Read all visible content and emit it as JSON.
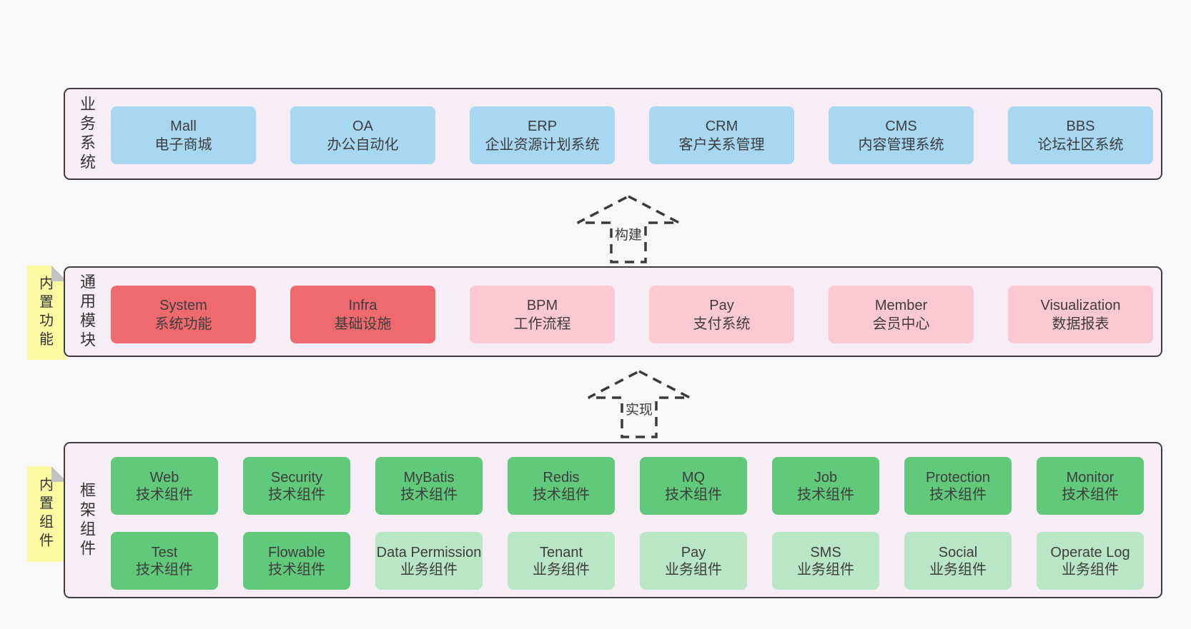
{
  "colors": {
    "page_bg": "#f8f8f8",
    "band_bg": "#f7edf5",
    "band_border": "#3f3c44",
    "blue": "#a8d7f2",
    "red": "#ee6a6e",
    "pink": "#fcc9d3",
    "green": "#61c97a",
    "green_light": "#b9e6c4",
    "sticky_yellow": "#fbf9a1",
    "sticky_fold": "#c2c2c2",
    "text_dark": "#3d3d3d",
    "arrow": "#3a3a3a"
  },
  "bands": [
    {
      "label": "业务系统",
      "sticky": null,
      "rows": [
        [
          {
            "title": "Mall",
            "subtitle": "电子商城",
            "variant": "blue"
          },
          {
            "title": "OA",
            "subtitle": "办公自动化",
            "variant": "blue"
          },
          {
            "title": "ERP",
            "subtitle": "企业资源计划系统",
            "variant": "blue"
          },
          {
            "title": "CRM",
            "subtitle": "客户关系管理",
            "variant": "blue"
          },
          {
            "title": "CMS",
            "subtitle": "内容管理系统",
            "variant": "blue"
          },
          {
            "title": "BBS",
            "subtitle": "论坛社区系统",
            "variant": "blue"
          }
        ]
      ]
    },
    {
      "label": "通用模块",
      "sticky": "内置功能",
      "rows": [
        [
          {
            "title": "System",
            "subtitle": "系统功能",
            "variant": "red"
          },
          {
            "title": "Infra",
            "subtitle": "基础设施",
            "variant": "red"
          },
          {
            "title": "BPM",
            "subtitle": "工作流程",
            "variant": "pink"
          },
          {
            "title": "Pay",
            "subtitle": "支付系统",
            "variant": "pink"
          },
          {
            "title": "Member",
            "subtitle": "会员中心",
            "variant": "pink"
          },
          {
            "title": "Visualization",
            "subtitle": "数据报表",
            "variant": "pink"
          }
        ]
      ]
    },
    {
      "label": "框架组件",
      "sticky": "内置组件",
      "rows": [
        [
          {
            "title": "Web",
            "subtitle": "技术组件",
            "variant": "green"
          },
          {
            "title": "Security",
            "subtitle": "技术组件",
            "variant": "green"
          },
          {
            "title": "MyBatis",
            "subtitle": "技术组件",
            "variant": "green"
          },
          {
            "title": "Redis",
            "subtitle": "技术组件",
            "variant": "green"
          },
          {
            "title": "MQ",
            "subtitle": "技术组件",
            "variant": "green"
          },
          {
            "title": "Job",
            "subtitle": "技术组件",
            "variant": "green"
          },
          {
            "title": "Protection",
            "subtitle": "技术组件",
            "variant": "green"
          },
          {
            "title": "Monitor",
            "subtitle": "技术组件",
            "variant": "green"
          }
        ],
        [
          {
            "title": "Test",
            "subtitle": "技术组件",
            "variant": "green"
          },
          {
            "title": "Flowable",
            "subtitle": "技术组件",
            "variant": "green"
          },
          {
            "title": "Data Permission",
            "subtitle": "业务组件",
            "variant": "green_light"
          },
          {
            "title": "Tenant",
            "subtitle": "业务组件",
            "variant": "green_light"
          },
          {
            "title": "Pay",
            "subtitle": "业务组件",
            "variant": "green_light"
          },
          {
            "title": "SMS",
            "subtitle": "业务组件",
            "variant": "green_light"
          },
          {
            "title": "Social",
            "subtitle": "业务组件",
            "variant": "green_light"
          },
          {
            "title": "Operate Log",
            "subtitle": "业务组件",
            "variant": "green_light"
          }
        ]
      ]
    }
  ],
  "arrows": [
    {
      "label": "构建"
    },
    {
      "label": "实现"
    }
  ]
}
